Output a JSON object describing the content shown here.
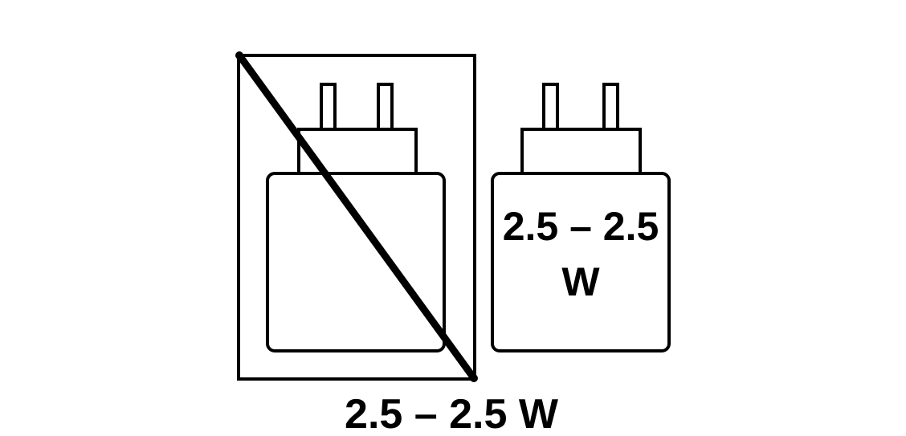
{
  "colors": {
    "stroke": "#000000",
    "background": "#ffffff"
  },
  "icons": {
    "crossed_charger": "charger-crossed-out-icon",
    "charger": "charger-icon"
  },
  "charger_label": {
    "line1": "2.5 – 2.5",
    "line2": "W"
  },
  "caption": "2.5 – 2.5 W"
}
